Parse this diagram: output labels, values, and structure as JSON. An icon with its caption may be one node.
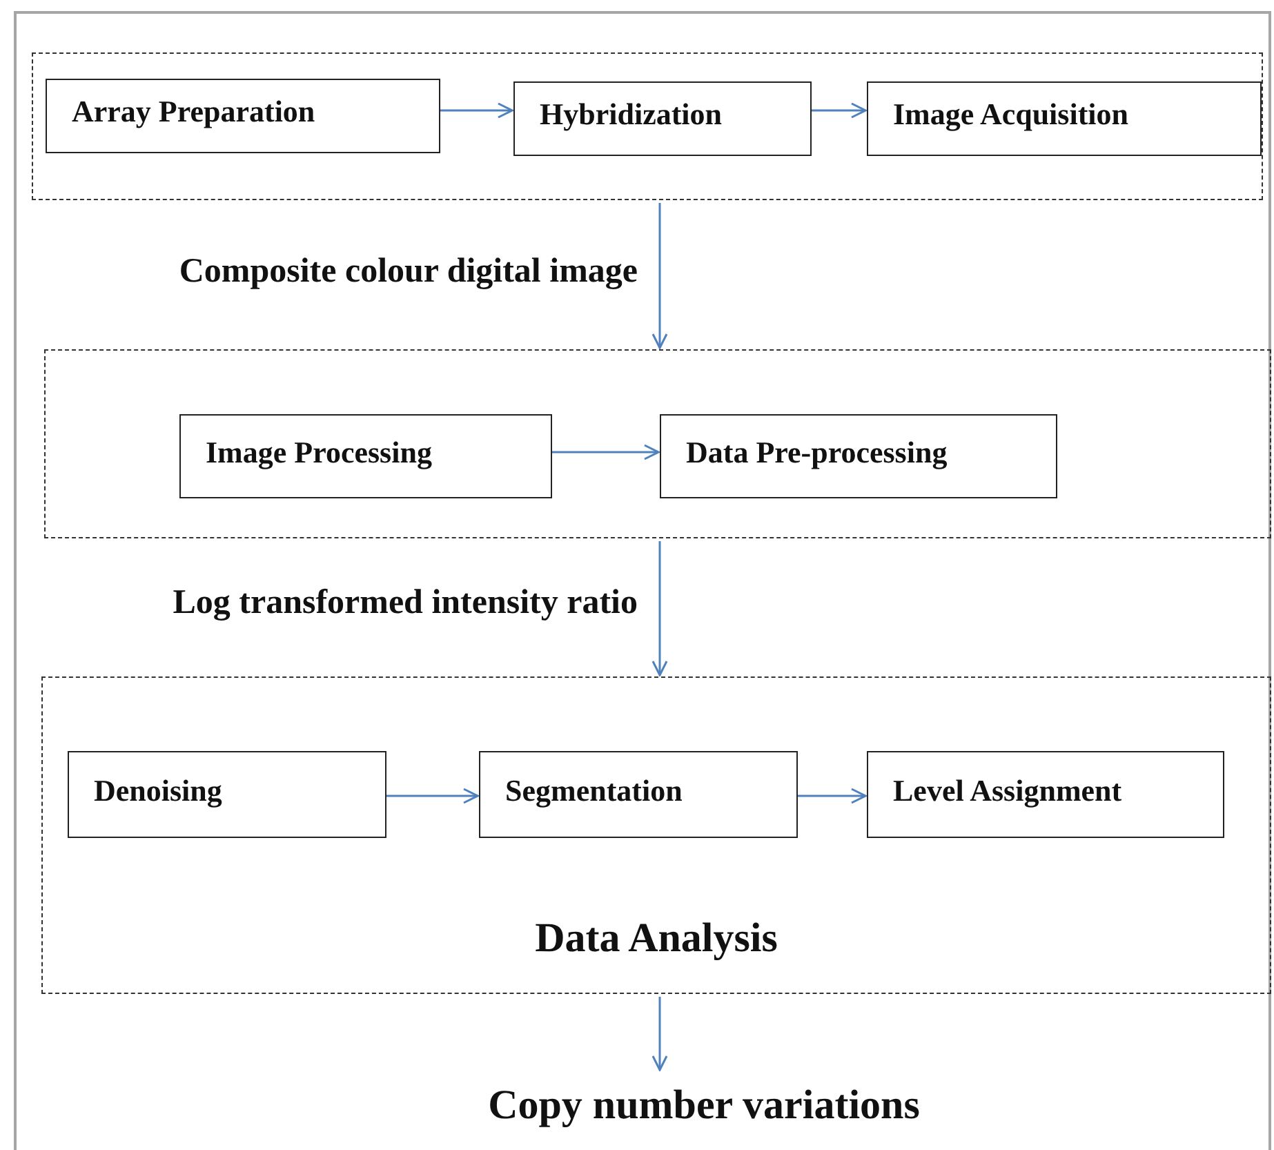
{
  "diagram": {
    "nodes": [
      {
        "text": [],
        "shape": "box"
      },
      {
        "text": [
          "Array Preparation"
        ],
        "in": 0
      },
      {
        "text": [
          "Hybridization"
        ],
        "in": 0
      },
      {
        "text": [
          "Image Acquisition"
        ],
        "in": 0
      },
      {
        "text": [],
        "shape": "box"
      },
      {
        "text": [
          "Image Processing"
        ],
        "in": 4
      },
      {
        "text": [
          "Data Pre-processing"
        ],
        "in": 4
      },
      {
        "text": [
          "Data Analysis"
        ]
      },
      {
        "text": [
          "Denoising"
        ],
        "in": 7
      },
      {
        "text": [
          "Segmentation"
        ],
        "in": 7
      },
      {
        "text": [
          "Level Assignment"
        ],
        "in": 7
      },
      {
        "text": [
          "Copy number variations"
        ]
      }
    ],
    "edges": [
      {
        "from": 1,
        "to": 2,
        "arrow": "to"
      },
      {
        "from": 2,
        "to": 3,
        "arrow": "to"
      },
      {
        "from": 0,
        "to": 4,
        "arrow": "to",
        "label": "Composite colour digital image"
      },
      {
        "from": 5,
        "to": 6,
        "arrow": "to"
      },
      {
        "from": 4,
        "to": 7,
        "arrow": "to",
        "label": "Log transformed intensity ratio"
      },
      {
        "from": 8,
        "to": 9,
        "arrow": "to"
      },
      {
        "from": 9,
        "to": 10,
        "arrow": "to"
      },
      {
        "from": 7,
        "to": 11,
        "arrow": "to"
      }
    ]
  }
}
